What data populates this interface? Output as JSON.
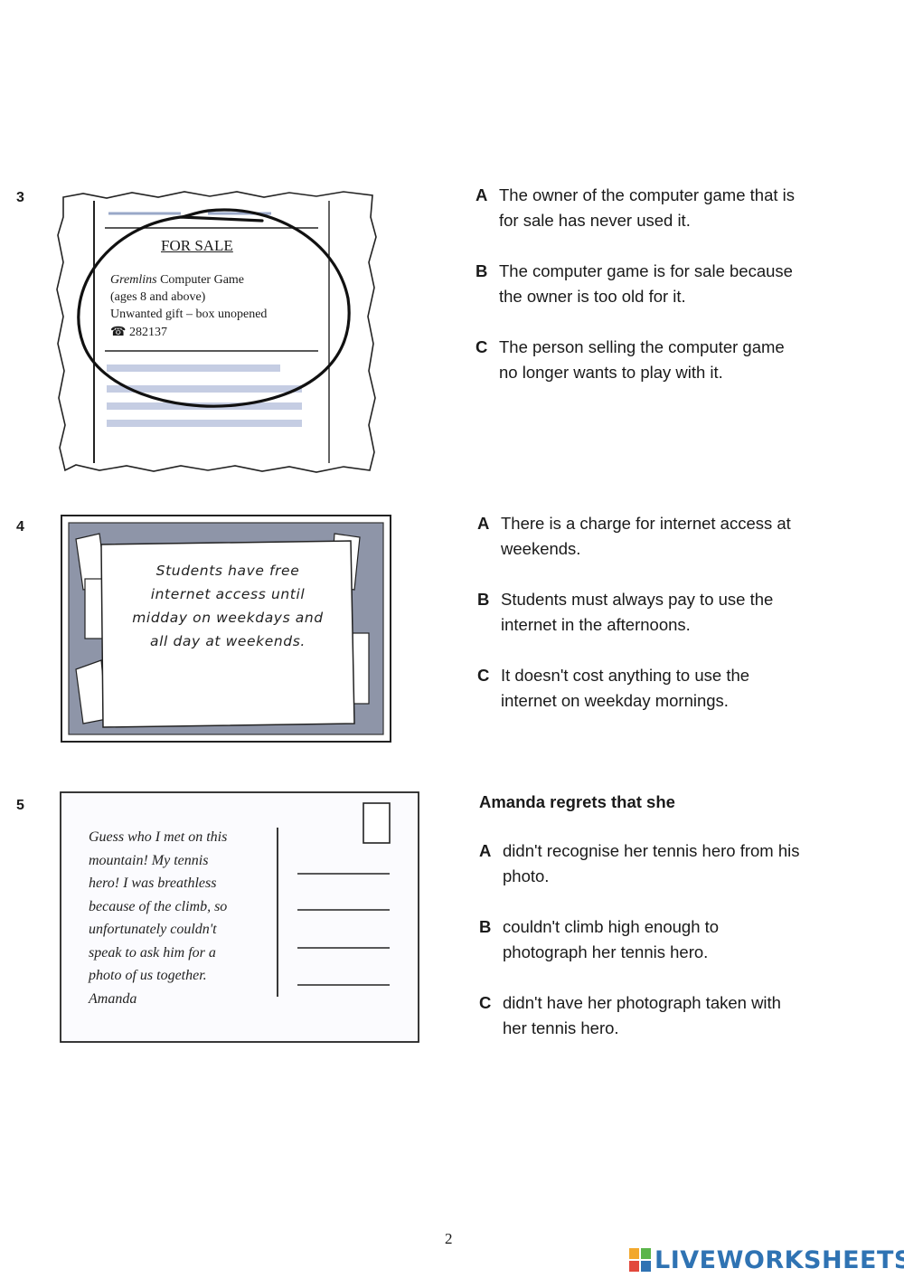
{
  "questions": [
    {
      "number": "3",
      "image": {
        "title": "FOR SALE",
        "lines": [
          "Gremlins Computer Game",
          "(ages 8 and above)",
          "Unwanted gift – box unopened",
          "☎ 282137"
        ]
      },
      "stem": "",
      "options": [
        {
          "letter": "A",
          "line1": "The owner of the computer game that is",
          "line2": "for sale has never used it."
        },
        {
          "letter": "B",
          "line1": "The computer game is for sale because",
          "line2": "the owner is too old for it."
        },
        {
          "letter": "C",
          "line1": "The person selling the computer game",
          "line2": "no longer wants to play with it."
        }
      ]
    },
    {
      "number": "4",
      "image": {
        "lines": [
          "Students have free",
          "internet access until",
          "midday on weekdays and",
          "all day at weekends."
        ]
      },
      "stem": "",
      "options": [
        {
          "letter": "A",
          "line1": "There is a charge for internet access at",
          "line2": "weekends."
        },
        {
          "letter": "B",
          "line1": "Students must always pay to use the",
          "line2": "internet in the afternoons."
        },
        {
          "letter": "C",
          "line1": "It doesn't cost anything to use the",
          "line2": "internet on weekday mornings."
        }
      ]
    },
    {
      "number": "5",
      "image": {
        "lines": [
          "Guess who I met on this",
          "mountain! My tennis",
          "hero! I was breathless",
          "because of the climb, so",
          "unfortunately couldn't",
          "speak to ask him for a",
          "photo of us together.",
          "Amanda"
        ]
      },
      "stem": "Amanda regrets that she",
      "options": [
        {
          "letter": "A",
          "line1": "didn't recognise her tennis hero from his",
          "line2": "photo."
        },
        {
          "letter": "B",
          "line1": "couldn't climb high enough to",
          "line2": "photograph her tennis hero."
        },
        {
          "letter": "C",
          "line1": "didn't have her photograph taken with",
          "line2": "her tennis hero."
        }
      ]
    }
  ],
  "footer": {
    "page_number": "2",
    "brand": "LIVEWORKSHEETS",
    "brand_color": "#2f73b3"
  }
}
